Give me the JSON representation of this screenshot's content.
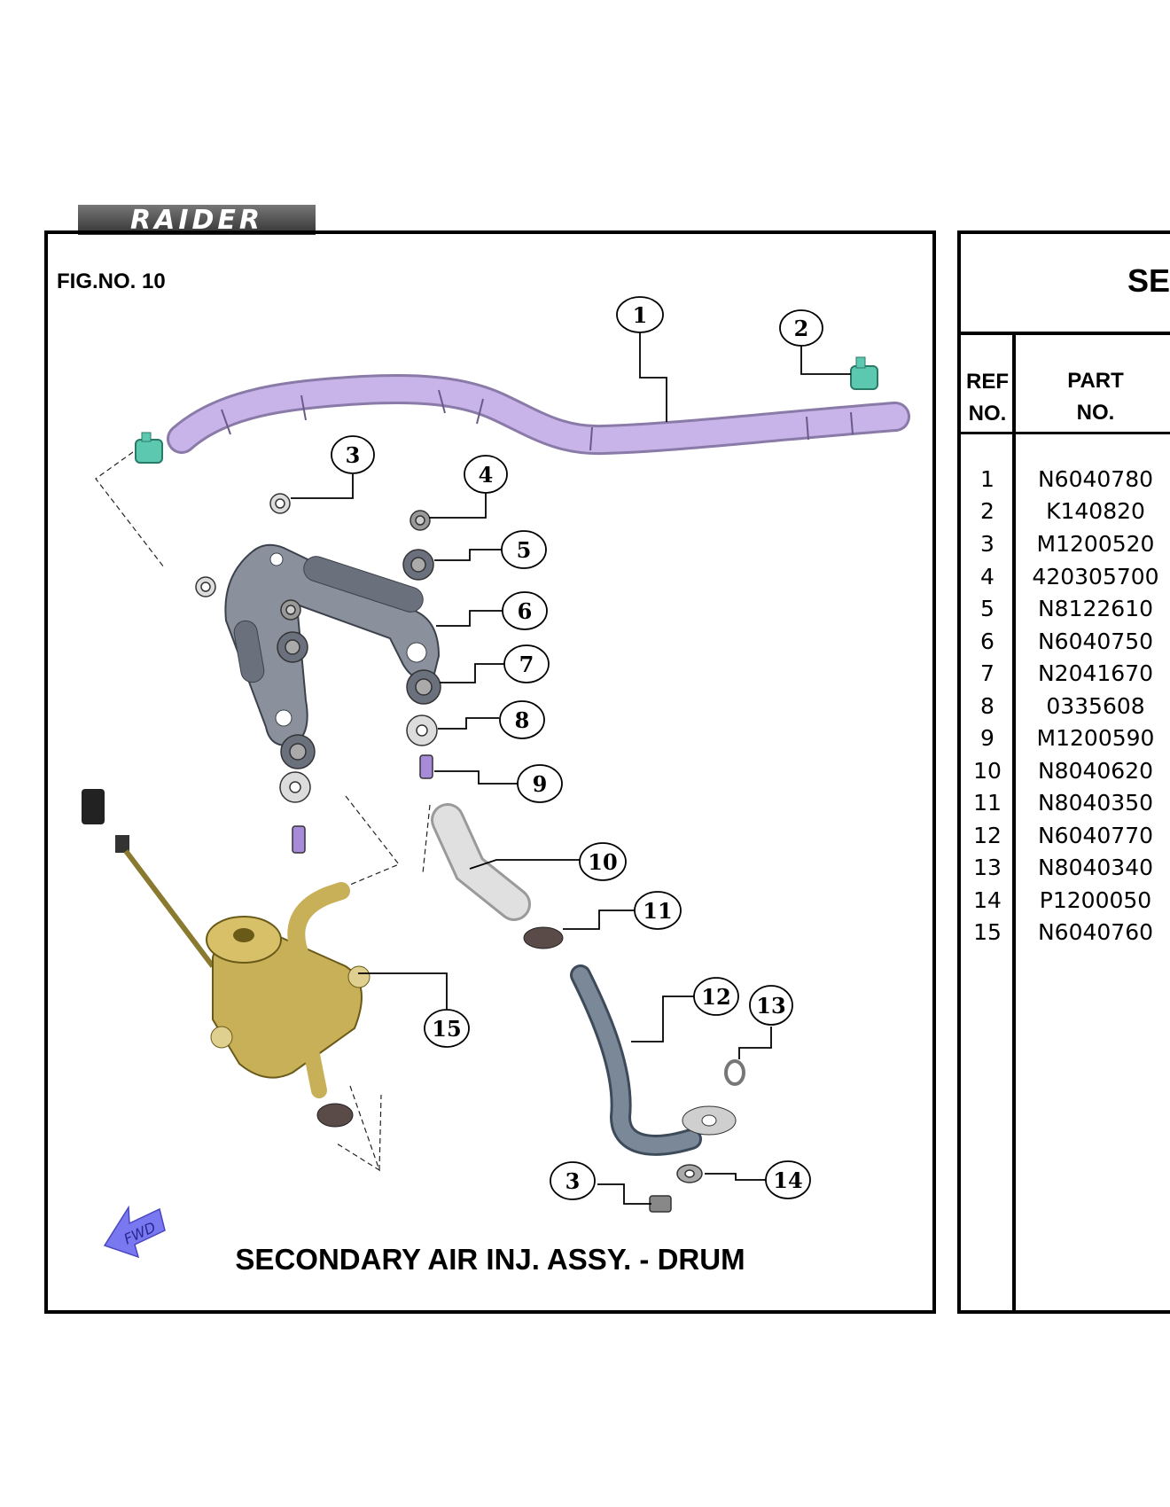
{
  "brand": {
    "logo_text": "RAIDER"
  },
  "figure": {
    "fig_no": "FIG.NO. 10",
    "caption": "SECONDARY AIR INJ. ASSY. - DRUM",
    "direction_label": "FWD",
    "callouts": [
      "1",
      "2",
      "3",
      "4",
      "5",
      "6",
      "7",
      "8",
      "9",
      "10",
      "11",
      "12",
      "13",
      "3",
      "14",
      "15"
    ]
  },
  "table": {
    "title": "SE",
    "header_ref": [
      "REF",
      "NO."
    ],
    "header_part": [
      "PART",
      "NO."
    ],
    "rows": [
      {
        "ref": "1",
        "part": "N6040780"
      },
      {
        "ref": "2",
        "part": "K140820"
      },
      {
        "ref": "3",
        "part": "M1200520"
      },
      {
        "ref": "4",
        "part": "420305700"
      },
      {
        "ref": "5",
        "part": "N8122610"
      },
      {
        "ref": "6",
        "part": "N6040750"
      },
      {
        "ref": "7",
        "part": "N2041670"
      },
      {
        "ref": "8",
        "part": "0335608"
      },
      {
        "ref": "9",
        "part": "M1200590"
      },
      {
        "ref": "10",
        "part": "N8040620"
      },
      {
        "ref": "11",
        "part": "N8040350"
      },
      {
        "ref": "12",
        "part": "N6040770"
      },
      {
        "ref": "13",
        "part": "N8040340"
      },
      {
        "ref": "14",
        "part": "P1200050"
      },
      {
        "ref": "15",
        "part": "N6040760"
      }
    ]
  },
  "colors": {
    "hose_purple": "#c8b4e8",
    "clip_teal": "#5cc8b0",
    "bracket_gray": "#8a909c",
    "valve_gold": "#c8b058",
    "fwd_arrow": "#7a78f0"
  }
}
